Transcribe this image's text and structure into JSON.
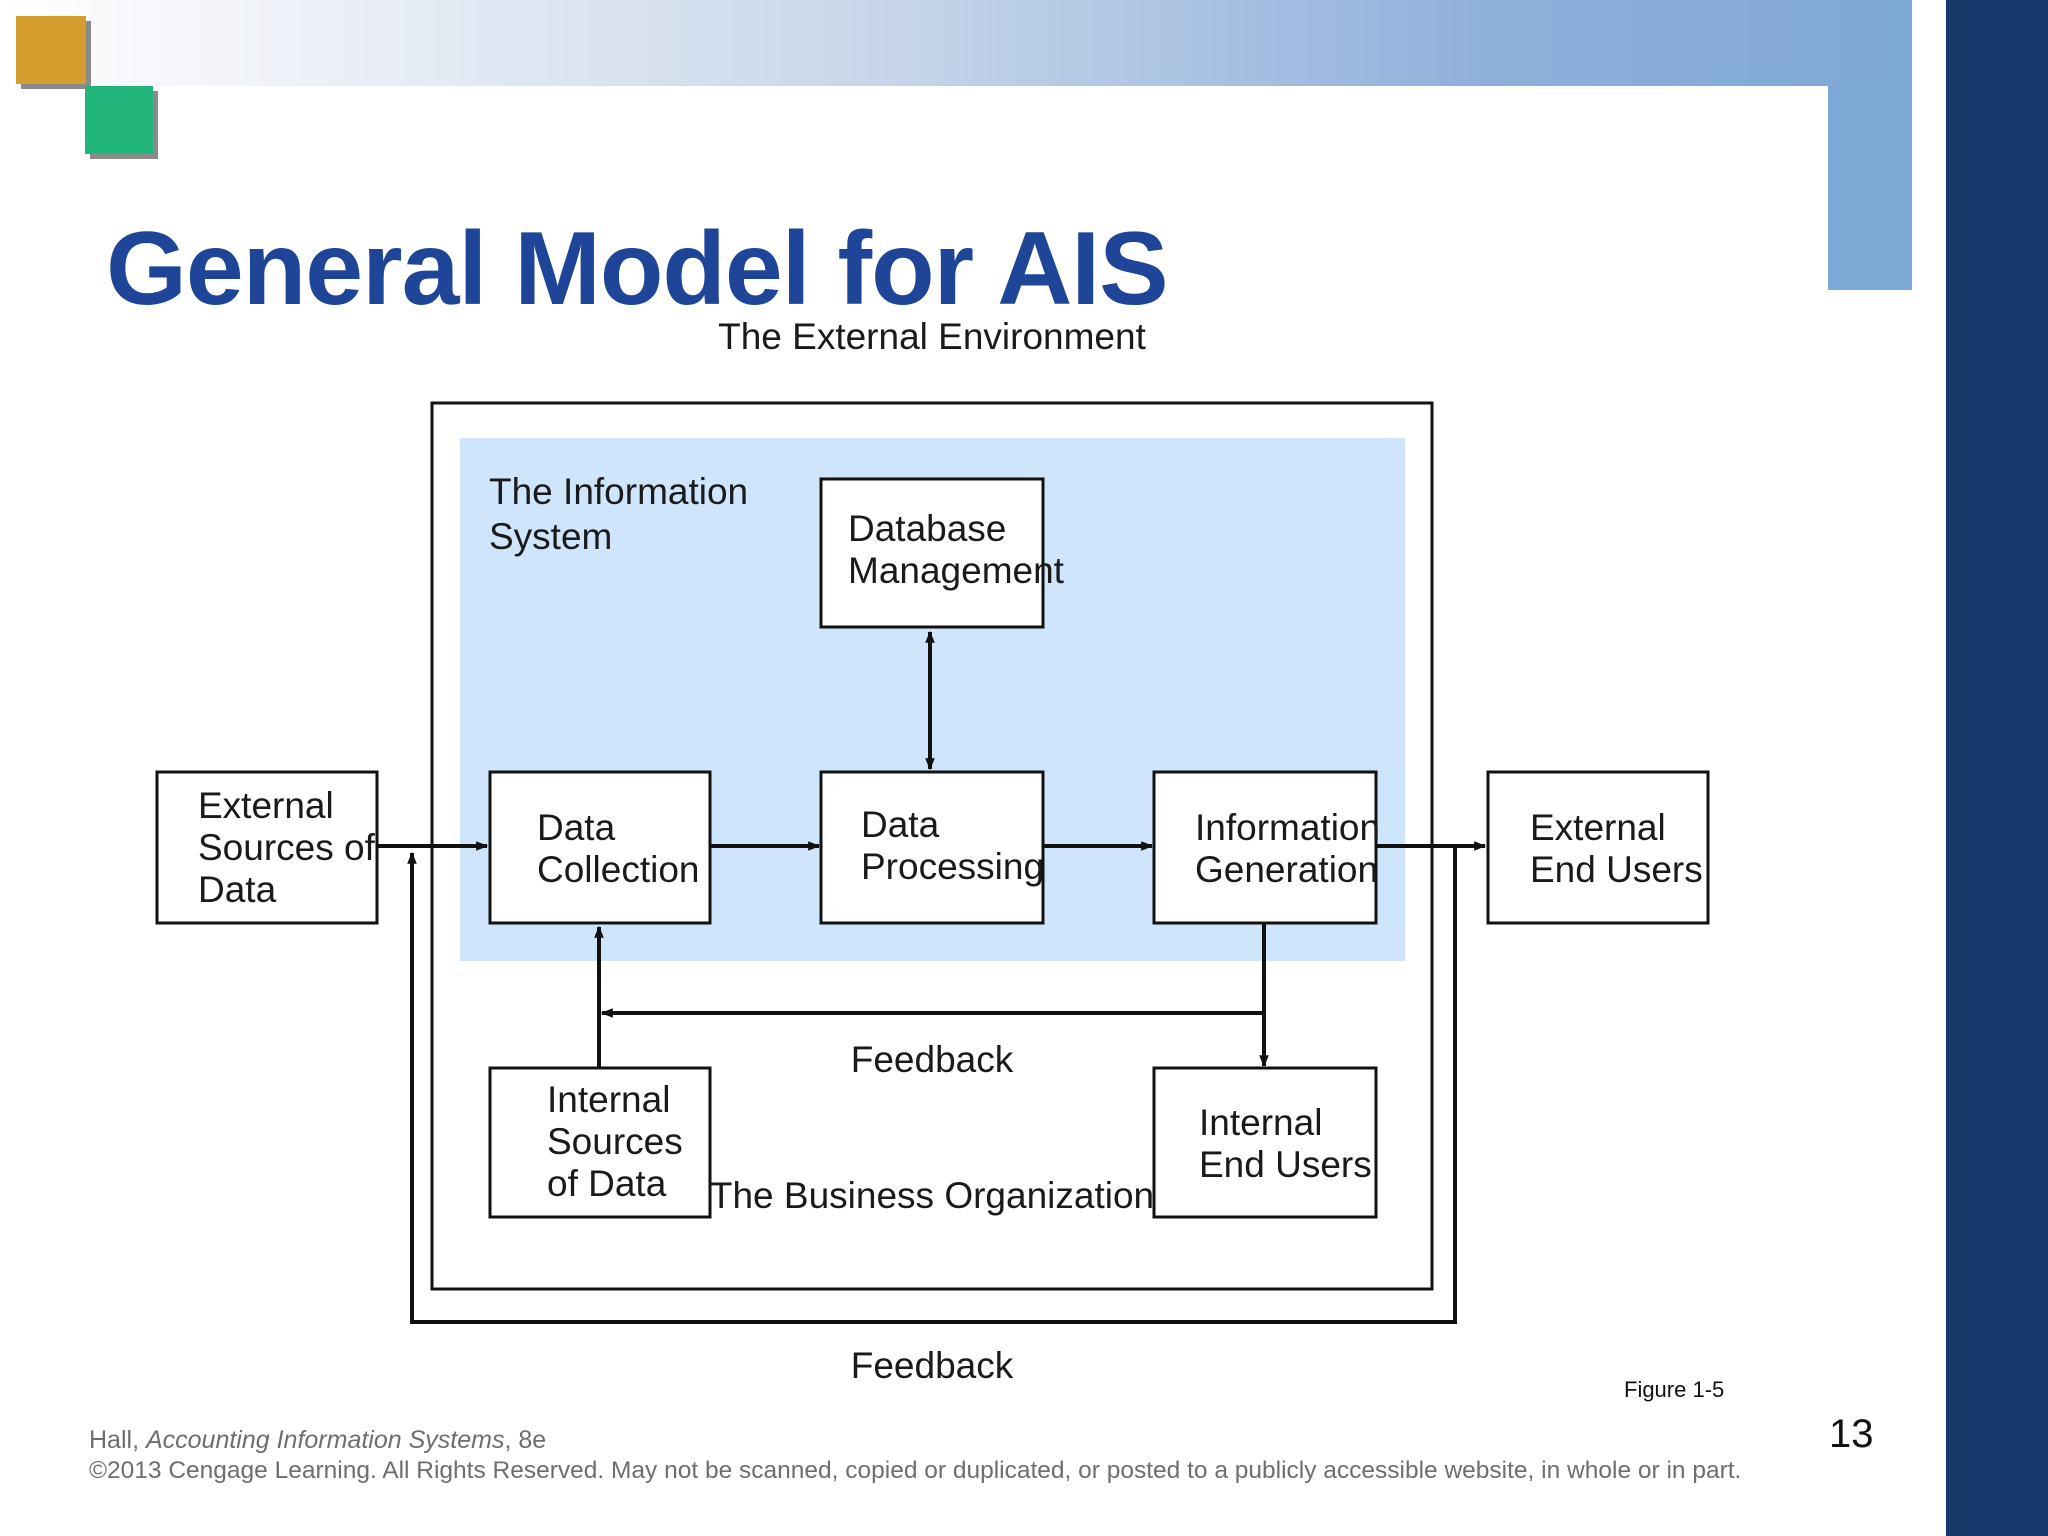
{
  "slide": {
    "title": "General Model for AIS",
    "figure_label": "Figure 1-5",
    "page_number": "13",
    "citation": {
      "author": "Hall, ",
      "book": "Accounting Information Systems",
      "edition": ", 8e"
    },
    "copyright": "©2013 Cengage Learning. All Rights Reserved. May not be scanned, copied or duplicated, or posted to a publicly accessible website, in whole or in part."
  },
  "diagram": {
    "external_environment_label": "The External Environment",
    "business_organization_label": "The Business Organization",
    "information_system_label": [
      "The Information",
      "System"
    ],
    "feedback_inner_label": "Feedback",
    "feedback_outer_label": "Feedback",
    "nodes": {
      "external_sources": [
        "External",
        "Sources of",
        "Data"
      ],
      "data_collection": [
        "Data",
        "Collection"
      ],
      "database_management": [
        "Database",
        "Management"
      ],
      "data_processing": [
        "Data",
        "Processing"
      ],
      "information_generation": [
        "Information",
        "Generation"
      ],
      "external_end_users": [
        "External",
        "End Users"
      ],
      "internal_sources": [
        "Internal",
        "Sources",
        "of Data"
      ],
      "internal_end_users": [
        "Internal",
        "End Users"
      ]
    },
    "colors": {
      "information_system_fill": "#cfe5fc",
      "line": "#111111"
    }
  }
}
